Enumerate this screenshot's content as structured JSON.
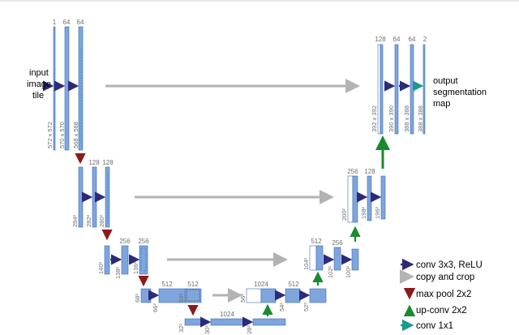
{
  "colors": {
    "block_fill": "#7ea6dd",
    "block_stroke": "#3a6dbd",
    "copy_fill": "#ffffff",
    "conv": "#2d2a7a",
    "pool": "#8b1a1a",
    "upconv": "#1a8a2e",
    "copy_arrow": "#b3b3b3",
    "final": "#1a9a8a"
  },
  "labels": {
    "input_lines": [
      "input",
      "image",
      "tile"
    ],
    "output_lines": [
      "output",
      "segmentation",
      "map"
    ]
  },
  "channels": {
    "in1": "1",
    "in2": "64",
    "in3": "64",
    "l2a": "128",
    "l2b": "128",
    "l3a": "256",
    "l3b": "256",
    "l4a": "512",
    "l4b": "512",
    "bt": "1024",
    "bt_left": "1024",
    "u4": "512",
    "u3a": "512",
    "u3b": "256",
    "u2a": "256",
    "u2b": "128",
    "u1a": "128",
    "u1b": "64",
    "u1c": "64",
    "u1d": "2"
  },
  "sizes": {
    "s572": "572 x 572",
    "s570": "570 x 570",
    "s568": "568 x 568",
    "s284": "284²",
    "s282": "282²",
    "s280": "280²",
    "s140": "140²",
    "s138": "138²",
    "s136": "136²",
    "s68": "68²",
    "s66": "66²",
    "s64": "64²",
    "s32": "32²",
    "s30": "30²",
    "s28": "28²",
    "s56": "56²",
    "s54": "54²",
    "s52": "52²",
    "s104": "104²",
    "s102": "102²",
    "s100": "100²",
    "s200": "200²",
    "s198": "198²",
    "s196": "196²",
    "s392": "392 x 392",
    "s390": "390 x 390",
    "s388a": "388 x 388",
    "s388b": "388 x 388"
  },
  "legend": [
    {
      "key": "conv",
      "label": "conv 3x3, ReLU"
    },
    {
      "key": "copy",
      "label": "copy and crop"
    },
    {
      "key": "pool",
      "label": "max pool 2x2"
    },
    {
      "key": "upconv",
      "label": "up-conv 2x2"
    },
    {
      "key": "final",
      "label": "conv 1x1"
    }
  ]
}
